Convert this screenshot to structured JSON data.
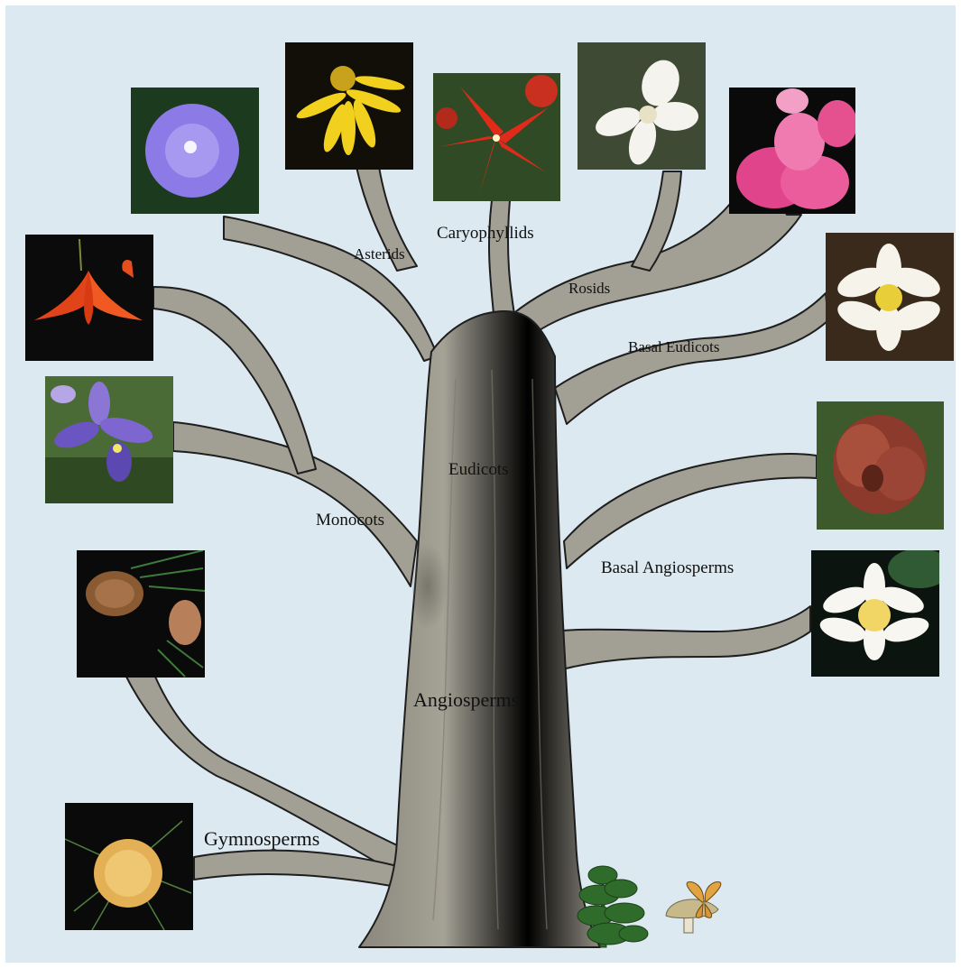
{
  "labels": {
    "gymnosperms": "Gymnosperms",
    "angiosperms": "Angiosperms",
    "basal_angiosperms": "Basal Angiosperms",
    "monocots": "Monocots",
    "eudicots": "Eudicots",
    "basal_eudicots": "Basal Eudicots",
    "rosids": "Rosids",
    "asterids": "Asterids",
    "caryophyllids": "Caryophyllids"
  },
  "colors": {
    "background": "#dce9f1",
    "trunk": "#9a978b",
    "trunk_outline": "#1e1e1e",
    "label_text": "#111111"
  }
}
